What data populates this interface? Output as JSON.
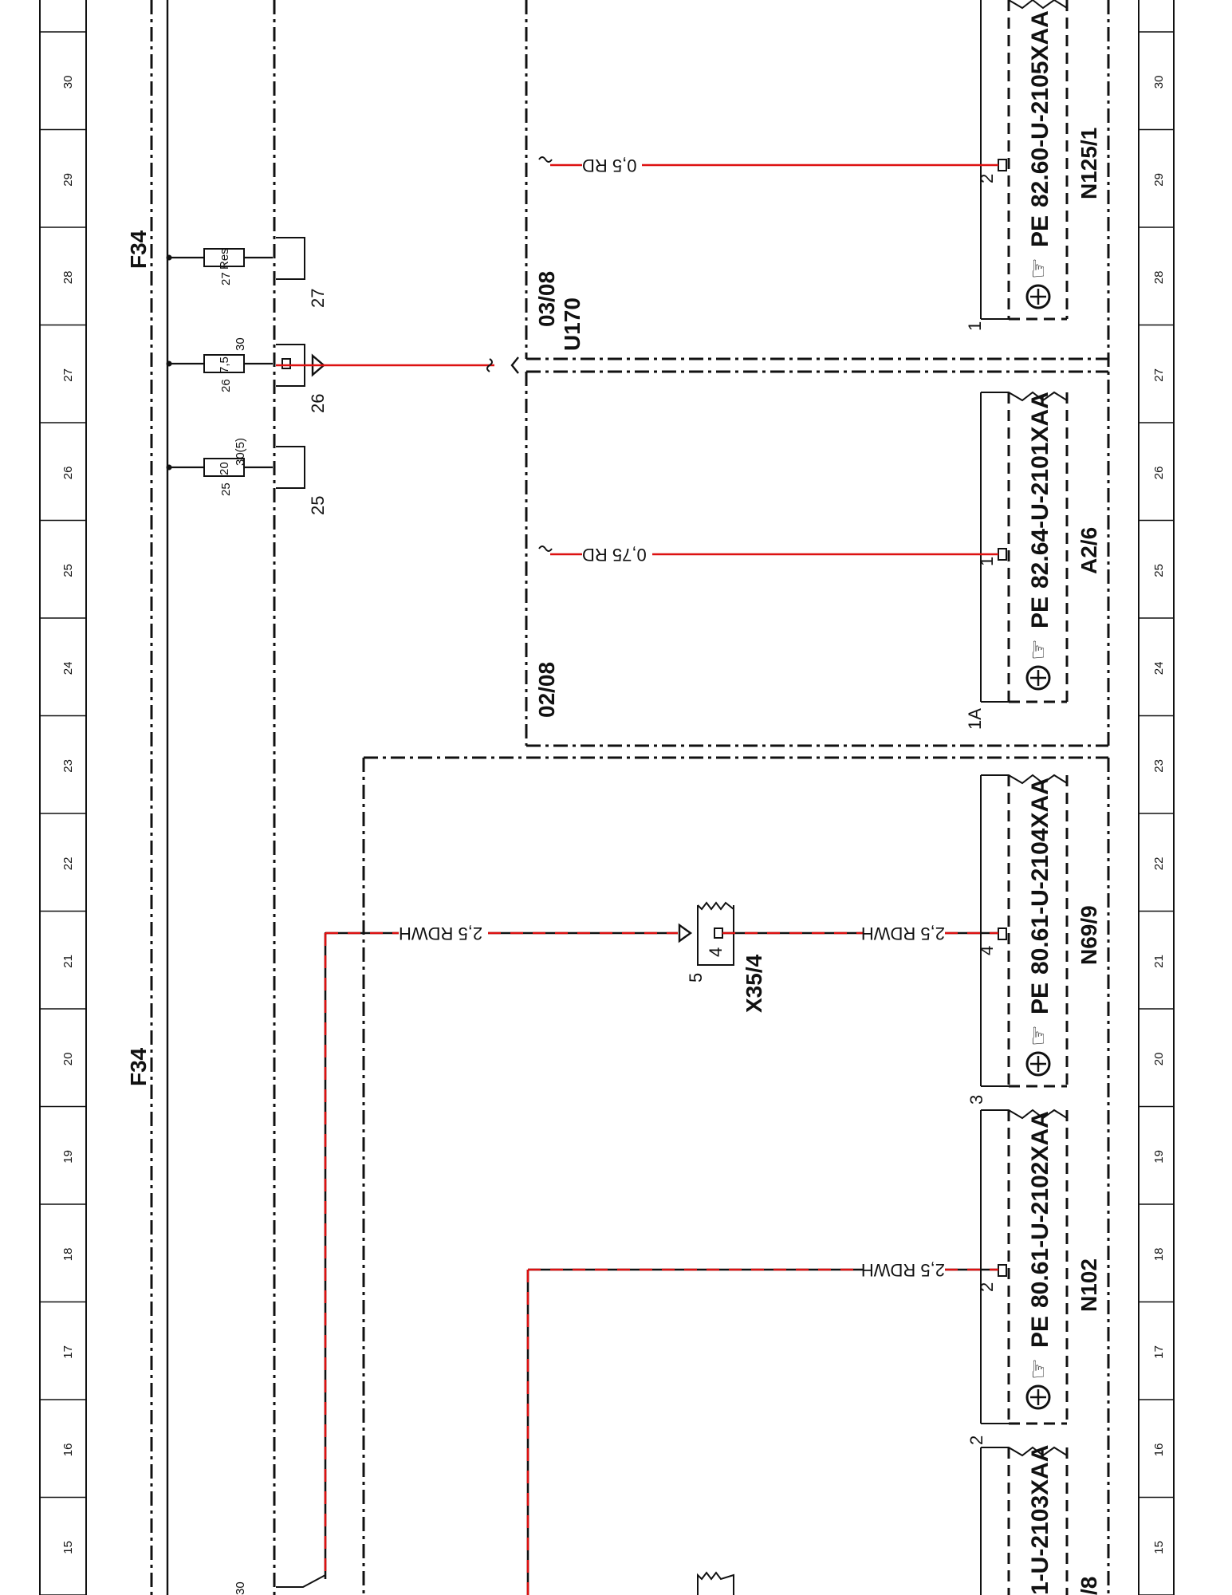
{
  "grid": {
    "numbers": [
      "30",
      "29",
      "28",
      "27",
      "26",
      "25",
      "24",
      "23",
      "22",
      "21",
      "20",
      "19",
      "18",
      "17",
      "16",
      "15"
    ]
  },
  "fuse_block": {
    "label_top": "F34",
    "label_bottom": "F34",
    "fuses": [
      {
        "number": "27",
        "rating": "Res",
        "terminal": "",
        "bus": "27"
      },
      {
        "number": "26",
        "rating": "7,5",
        "terminal": "30",
        "bus": "26"
      },
      {
        "number": "25",
        "rating": "20",
        "terminal": "30(5)",
        "bus": "25"
      }
    ],
    "terminal_bottom": "30"
  },
  "sections": {
    "u170": {
      "label": "U170",
      "ref_top": "03/08",
      "ref_bottom": "02/08"
    }
  },
  "components": [
    {
      "id": "N125/1",
      "ref": "82.60-U-2105XAA",
      "pe": "PE",
      "pin_a": "1",
      "pin_b": "2"
    },
    {
      "id": "A2/6",
      "ref": "82.64-U-2101XAA",
      "pe": "PE",
      "pin_a": "1A",
      "pin_b": "1"
    },
    {
      "id": "N69/9",
      "ref": "80.61-U-2104XAA",
      "pe": "PE",
      "pin_a": "3",
      "pin_b": "4"
    },
    {
      "id": "N102",
      "ref": "80.61-U-2102XAA",
      "pe": "PE",
      "pin_a": "2",
      "pin_b": "2"
    },
    {
      "id": "/8",
      "ref": "1-U-2103XAA"
    }
  ],
  "connector": {
    "id": "X35/4",
    "pin_in": "4",
    "pin_out": "5"
  },
  "wires": [
    {
      "label": "0,5 RD",
      "color": "#d11"
    },
    {
      "label": "0,75 RD",
      "color": "#d11"
    },
    {
      "label": "2,5 RDWH",
      "color": "#d11"
    },
    {
      "label": "2,5 RDWH",
      "color": "#d11"
    },
    {
      "label": "2,5 RDWH",
      "color": "#d11"
    }
  ]
}
